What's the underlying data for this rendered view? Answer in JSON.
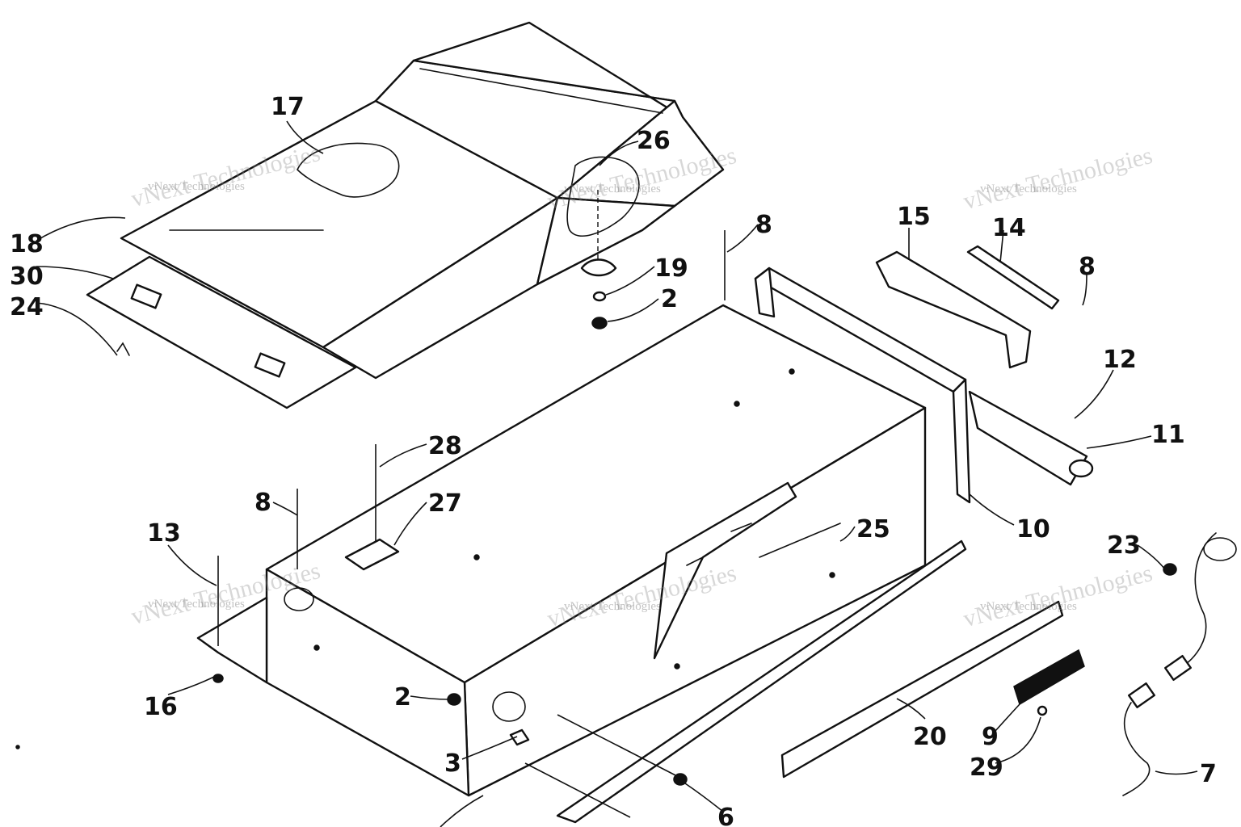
{
  "diagram": {
    "callouts": [
      {
        "id": "17",
        "text": "17"
      },
      {
        "id": "26",
        "text": "26"
      },
      {
        "id": "18",
        "text": "18"
      },
      {
        "id": "30",
        "text": "30"
      },
      {
        "id": "24",
        "text": "24"
      },
      {
        "id": "19",
        "text": "19"
      },
      {
        "id": "2a",
        "text": "2"
      },
      {
        "id": "8a",
        "text": "8"
      },
      {
        "id": "15",
        "text": "15"
      },
      {
        "id": "14",
        "text": "14"
      },
      {
        "id": "8b",
        "text": "8"
      },
      {
        "id": "12",
        "text": "12"
      },
      {
        "id": "11",
        "text": "11"
      },
      {
        "id": "10",
        "text": "10"
      },
      {
        "id": "28",
        "text": "28"
      },
      {
        "id": "27",
        "text": "27"
      },
      {
        "id": "8c",
        "text": "8"
      },
      {
        "id": "13",
        "text": "13"
      },
      {
        "id": "25",
        "text": "25"
      },
      {
        "id": "23",
        "text": "23"
      },
      {
        "id": "16",
        "text": "16"
      },
      {
        "id": "2b",
        "text": "2"
      },
      {
        "id": "3",
        "text": "3"
      },
      {
        "id": "20",
        "text": "20"
      },
      {
        "id": "9",
        "text": "9"
      },
      {
        "id": "29",
        "text": "29"
      },
      {
        "id": "7",
        "text": "7"
      },
      {
        "id": "6",
        "text": "6"
      }
    ]
  },
  "watermark": {
    "line1": "vNext Technologies",
    "line2": "vNext Technologies"
  }
}
